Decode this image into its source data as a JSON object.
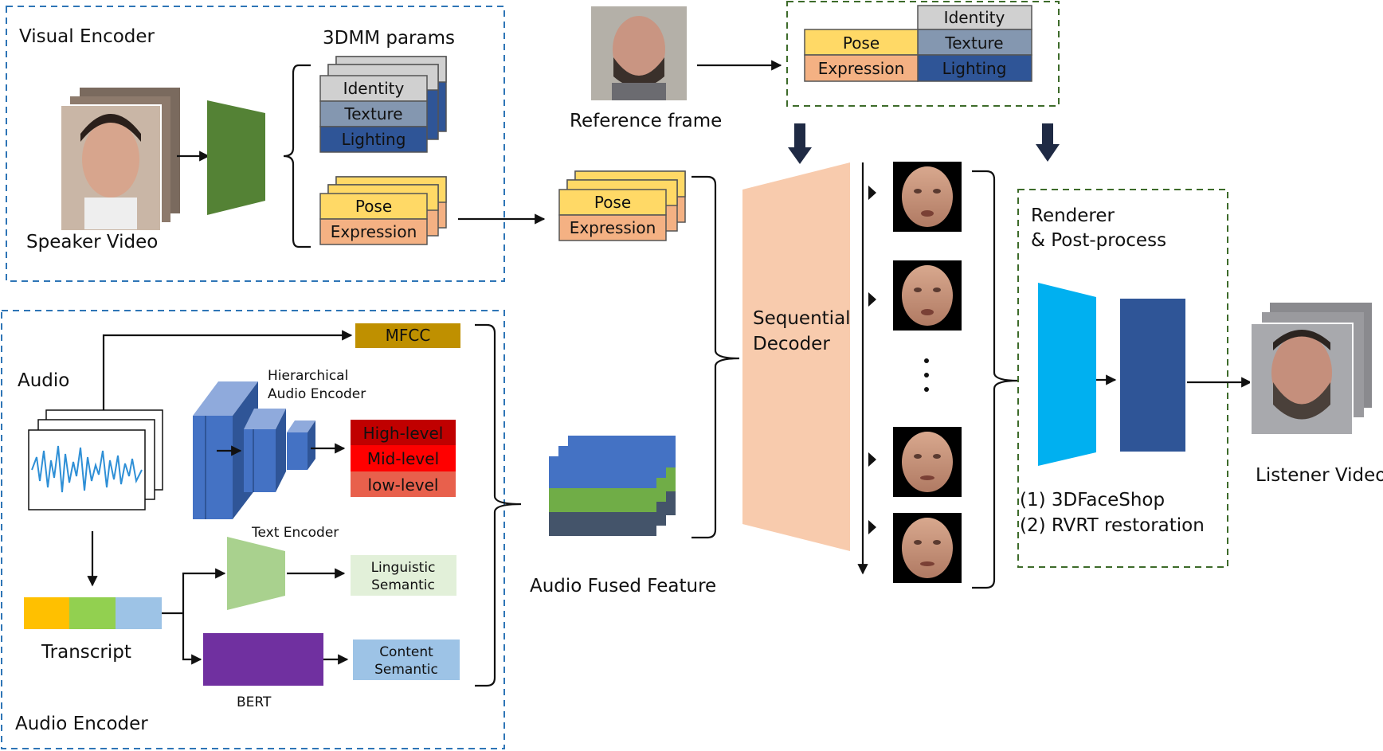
{
  "colors": {
    "identity": "#d0d0d0",
    "texture": "#8497b0",
    "lighting": "#2f5597",
    "pose": "#ffd966",
    "expression": "#f4b183",
    "mfcc": "#bf9000",
    "high_level": "#c00000",
    "mid_level": "#ff0000",
    "low_level": "#e8604c",
    "hier_encoder": "#4472c4",
    "text_encoder": "#a9d18e",
    "linguistic": "#e2f0d9",
    "bert": "#7030a0",
    "content": "#9dc3e6",
    "visual_trapezoid": "#548235",
    "decoder": "#f8cbad",
    "renderer_a": "#00b0f0",
    "renderer_b": "#2f5597",
    "fused_1": "#4472c4",
    "fused_2": "#70ad47",
    "fused_3": "#44546a"
  },
  "visual": {
    "title": "Visual Encoder",
    "params_title": "3DMM params",
    "speaker_label": "Speaker Video",
    "identity": "Identity",
    "texture": "Texture",
    "lighting": "Lighting",
    "pose": "Pose",
    "expression": "Expression"
  },
  "reference": {
    "label": "Reference frame",
    "identity": "Identity",
    "texture": "Texture",
    "lighting": "Lighting",
    "pose": "Pose",
    "expression": "Expression"
  },
  "middle": {
    "pose": "Pose",
    "expression": "Expression",
    "fused_label": "Audio Fused Feature"
  },
  "audio": {
    "title": "Audio Encoder",
    "audio_label": "Audio",
    "mfcc": "MFCC",
    "hier_label_1": "Hierarchical",
    "hier_label_2": "Audio Encoder",
    "high": "High-level",
    "mid": "Mid-level",
    "low": "low-level",
    "text_encoder": "Text Encoder",
    "linguistic_1": "Linguistic",
    "linguistic_2": "Semantic",
    "transcript": "Transcript",
    "bert": "BERT",
    "content_1": "Content",
    "content_2": "Semantic"
  },
  "decoder": {
    "line1": "Sequential",
    "line2": "Decoder"
  },
  "renderer": {
    "title1": "Renderer",
    "title2": "& Post-process",
    "item1": "(1)  3DFaceShop",
    "item2": "(2)  RVRT  restoration"
  },
  "listener": {
    "label": "Listener Video"
  }
}
